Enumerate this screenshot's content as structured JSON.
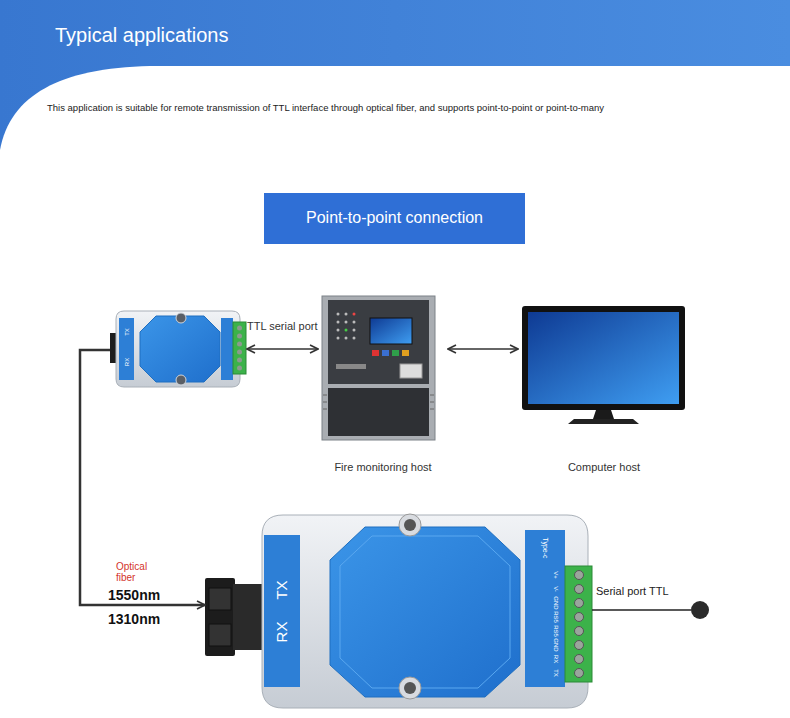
{
  "diagram": {
    "title": "Typical applications",
    "nodes": [
      {
        "text": [
          "Point-to-point connection"
        ]
      },
      {
        "text": [
          "TX",
          "RX"
        ]
      },
      {
        "text": [
          "Fire monitoring host"
        ]
      },
      {
        "text": [
          "Computer host"
        ]
      },
      {
        "text": [
          "TX",
          "RX"
        ]
      }
    ],
    "edges": [
      {
        "from": 1,
        "to": 2,
        "label": "TTL serial port",
        "arrow": "both"
      },
      {
        "from": 2,
        "to": 3,
        "arrow": "both"
      },
      {
        "from": 1,
        "to": 4,
        "label": "Optical fiber",
        "arrow": "to"
      }
    ],
    "labels": [
      "This application is suitable for remote transmission of TTL interface through optical fiber, and supports point-to-point or point-to-many",
      "1550nm",
      "1310nm",
      "Serial port TTL",
      "Type-c",
      "V+",
      "V-",
      "GND",
      "RS5",
      "RS5",
      "GND",
      "RX",
      "TX"
    ]
  }
}
